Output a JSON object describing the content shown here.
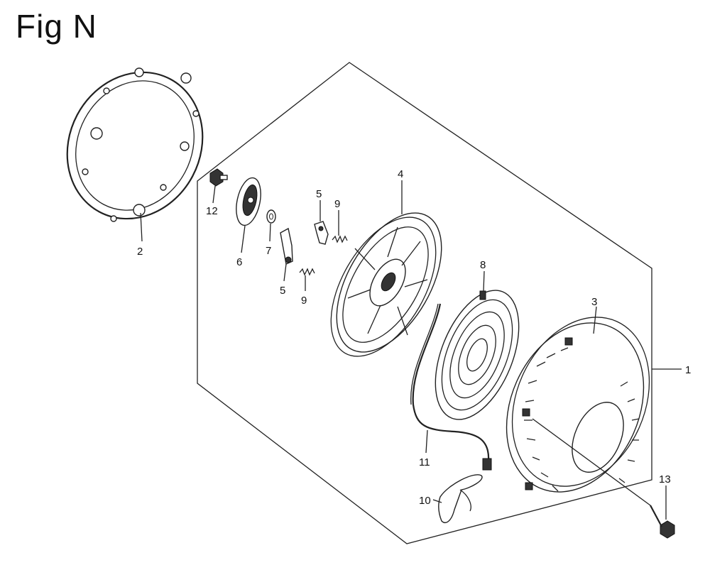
{
  "figure": {
    "title": "Fig N"
  },
  "parts": [
    {
      "callout": "1",
      "icon": "starter-assembly-icon"
    },
    {
      "callout": "2",
      "icon": "gasket-icon"
    },
    {
      "callout": "3",
      "icon": "starter-case-icon"
    },
    {
      "callout": "4",
      "icon": "reel-pulley-icon"
    },
    {
      "callout": "5",
      "icon": "ratchet-icon"
    },
    {
      "callout": "5",
      "icon": "ratchet-icon"
    },
    {
      "callout": "6",
      "icon": "friction-plate-icon"
    },
    {
      "callout": "7",
      "icon": "washer-icon"
    },
    {
      "callout": "8",
      "icon": "recoil-spring-icon"
    },
    {
      "callout": "9",
      "icon": "spring-icon"
    },
    {
      "callout": "9",
      "icon": "spring-icon"
    },
    {
      "callout": "10",
      "icon": "starter-grip-icon"
    },
    {
      "callout": "11",
      "icon": "starter-rope-icon"
    },
    {
      "callout": "12",
      "icon": "setting-bolt-icon"
    },
    {
      "callout": "13",
      "icon": "flange-bolt-icon"
    }
  ]
}
